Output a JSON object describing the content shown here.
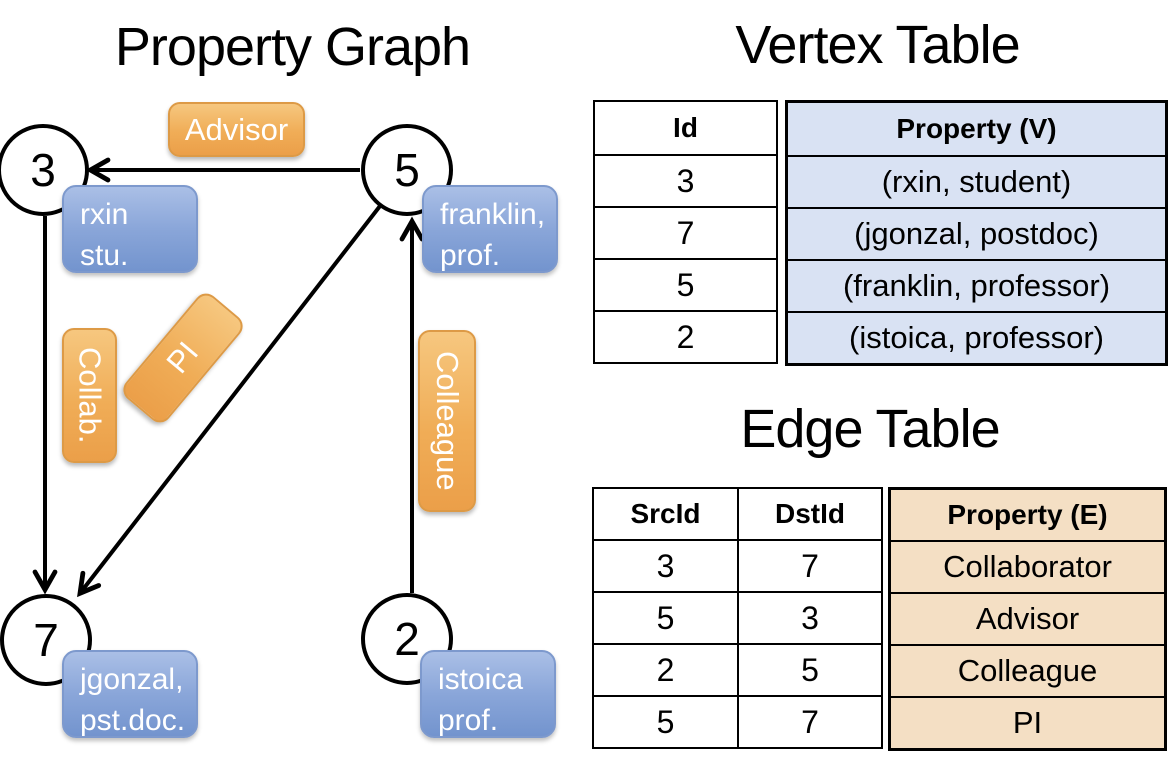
{
  "titles": {
    "graph": "Property Graph",
    "vertex_table": "Vertex Table",
    "edge_table": "Edge Table"
  },
  "graph": {
    "node_ids": {
      "n3": "3",
      "n5": "5",
      "n7": "7",
      "n2": "2"
    },
    "vertex_boxes": [
      {
        "line1": "rxin",
        "line2": "stu."
      },
      {
        "line1": "franklin,",
        "line2": "prof."
      },
      {
        "line1": "jgonzal,",
        "line2": "pst.doc."
      },
      {
        "line1": "istoica",
        "line2": "prof."
      }
    ],
    "edge_labels": {
      "advisor": "Advisor",
      "collab": "Collab.",
      "pi": "PI",
      "colleague": "Colleague"
    },
    "edges": [
      {
        "src": "5",
        "dst": "3",
        "label": "Advisor"
      },
      {
        "src": "3",
        "dst": "7",
        "label": "Collab."
      },
      {
        "src": "5",
        "dst": "7",
        "label": "PI"
      },
      {
        "src": "2",
        "dst": "5",
        "label": "Colleague"
      }
    ]
  },
  "vertex_table": {
    "headers": [
      "Id",
      "Property (V)"
    ],
    "rows": [
      [
        "3",
        "(rxin, student)"
      ],
      [
        "7",
        "(jgonzal, postdoc)"
      ],
      [
        "5",
        "(franklin, professor)"
      ],
      [
        "2",
        "(istoica, professor)"
      ]
    ]
  },
  "edge_table": {
    "headers": [
      "SrcId",
      "DstId",
      "Property (E)"
    ],
    "rows": [
      [
        "3",
        "7",
        "Collaborator"
      ],
      [
        "5",
        "3",
        "Advisor"
      ],
      [
        "2",
        "5",
        "Colleague"
      ],
      [
        "5",
        "7",
        "PI"
      ]
    ]
  },
  "colors": {
    "edge_label_fill": "#efab55",
    "vertex_box_fill": "#8aa6d9",
    "vertex_cell_fill": "#d9e2f3",
    "edge_cell_fill": "#f4dfc4",
    "line_color": "#000000"
  }
}
